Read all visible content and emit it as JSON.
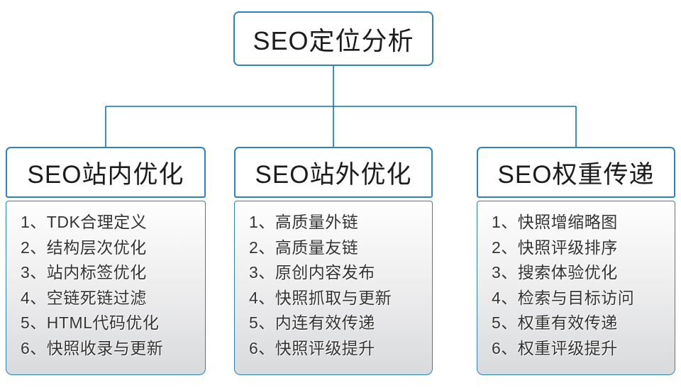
{
  "root": {
    "title": "SEO定位分析"
  },
  "columns": [
    {
      "title": "SEO站内优化",
      "items": [
        "1、TDK合理定义",
        "2、结构层次优化",
        "3、站内标签优化",
        "4、空链死链过滤",
        "5、HTML代码优化",
        "6、快照收录与更新"
      ]
    },
    {
      "title": "SEO站外优化",
      "items": [
        "1、高质量外链",
        "2、高质量友链",
        "3、原创内容发布",
        "4、快照抓取与更新",
        "5、内连有效传递",
        "6、快照评级提升"
      ]
    },
    {
      "title": "SEO权重传递",
      "items": [
        "1、快照增缩略图",
        "2、快照评级排序",
        "3、搜索体验优化",
        "4、检索与目标访问",
        "5、权重有效传递",
        "6、权重评级提升"
      ]
    }
  ],
  "colors": {
    "box_border": "#2a82c8",
    "connector_line": "#0f72b8",
    "header_text": "#1c1c1c",
    "item_text": "#333333",
    "list_gradient_top": "#fefefe",
    "list_gradient_bottom": "#d9dadc"
  }
}
